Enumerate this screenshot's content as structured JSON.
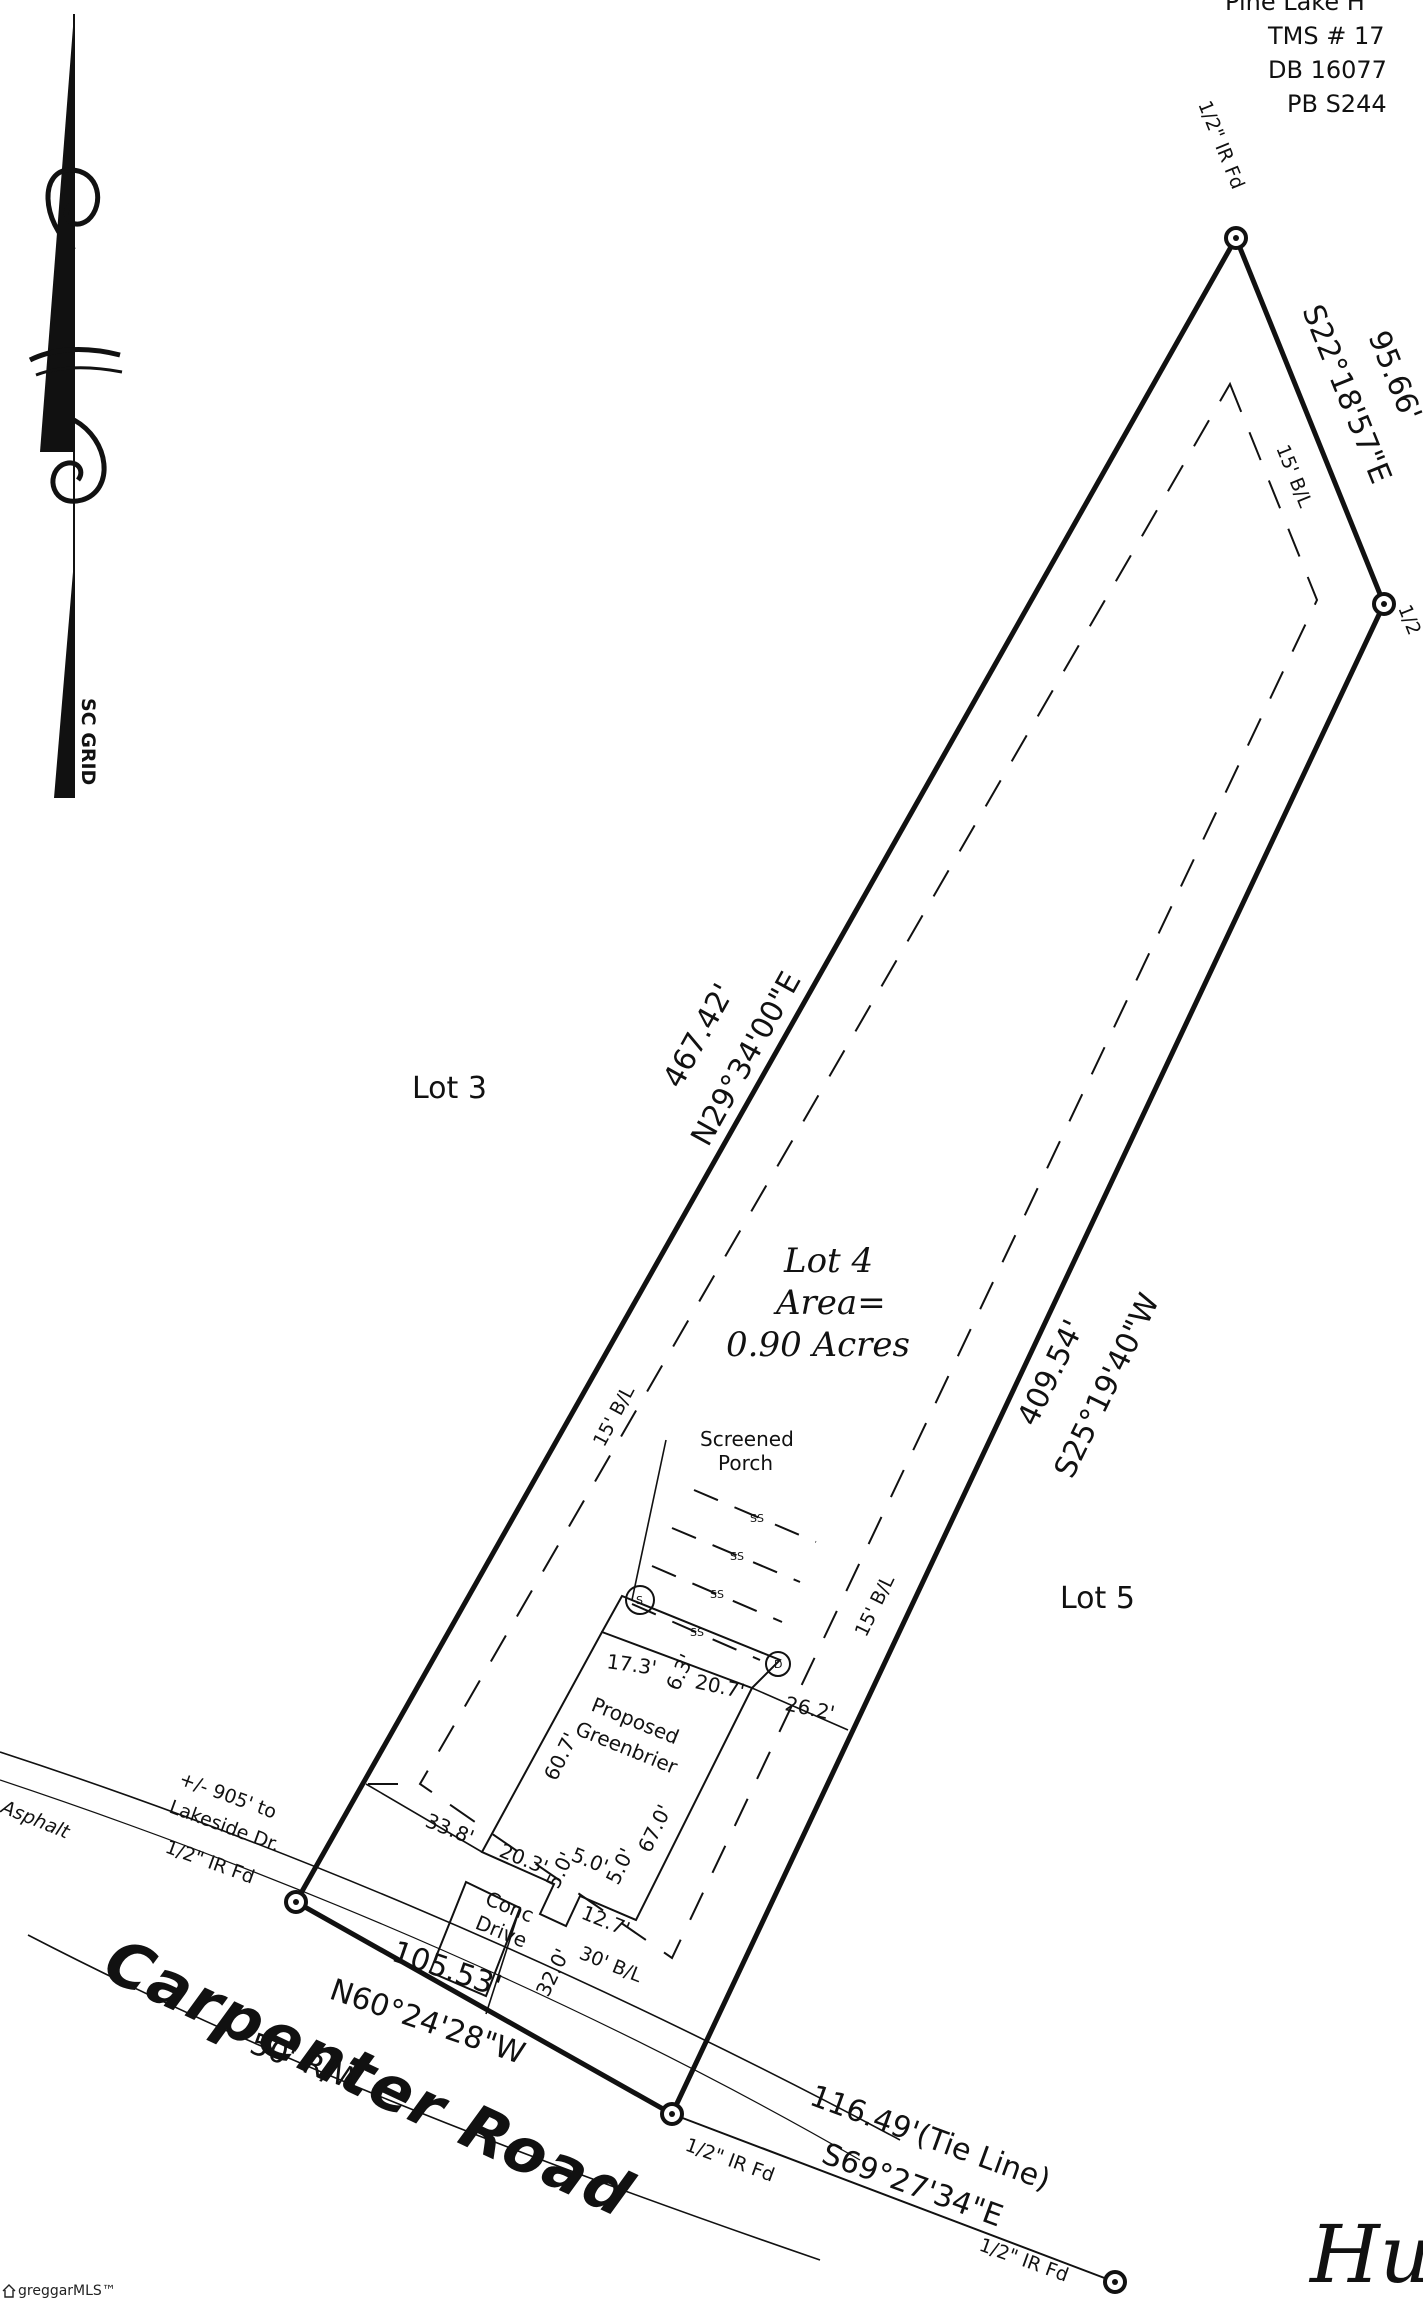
{
  "title_block": {
    "line1": "Pine Lake H",
    "line2": "TMS # 17",
    "line3": "DB 16077",
    "line4": "PB S244"
  },
  "north_arrow": {
    "label": "SC GRID"
  },
  "lots": {
    "lot3": "Lot 3",
    "lot5": "Lot 5",
    "lot4_name": "Lot 4",
    "lot4_area_label": "Area=",
    "lot4_area_value": "0.90 Acres"
  },
  "boundary": {
    "west_distance": "467.42'",
    "west_bearing": "N29°34'00\"E",
    "east_distance": "409.54'",
    "east_bearing": "S25°19'40\"W",
    "north_distance": "95.66'",
    "north_bearing": "S22°18'57\"E",
    "south_distance": "105.53'",
    "south_bearing": "N60°24'28\"W",
    "tie_distance": "116.49'(Tie Line)",
    "tie_bearing": "S69°27'34\"E"
  },
  "monuments": {
    "iron_top": "1/2\" IR Fd",
    "iron_right": "1/2",
    "iron_left": "1/2\" IR Fd",
    "iron_bottom": "1/2\" IR Fd",
    "iron_tie": "1/2\" IR Fd"
  },
  "setbacks": {
    "north": "15' B/L",
    "west": "15' B/L",
    "east": "15' B/L",
    "front": "30' B/L"
  },
  "building": {
    "porch_label_1": "Screened",
    "porch_label_2": "Porch",
    "house_label_1": "Proposed",
    "house_label_2": "Greenbrier",
    "dim_17_3": "17.3'",
    "dim_6_3": "6.3'",
    "dim_20_7": "20.7'",
    "dim_26_2": "26.2'",
    "dim_60_7": "60.7'",
    "dim_67_0": "67.0'",
    "dim_33_8": "33.8'",
    "dim_20_3": "20.3'",
    "dim_5_0a": "5.0'",
    "dim_5_0b": "5.0'",
    "dim_5_0c": "5.0'",
    "dim_12_7": "12.7'",
    "dim_32_0": "32.0'",
    "drive_1": "Conc",
    "drive_2": "Drive",
    "marker_s": "S",
    "marker_d": "D",
    "stair_mark": "SS"
  },
  "road": {
    "name": "Carpenter Road",
    "row": "50' R/W",
    "asphalt": "Asphalt",
    "lakeside_1": "+/- 905' to",
    "lakeside_2": "Lakeside Dr.",
    "partial_name": "Hu"
  },
  "branding": {
    "mls": "greggarMLS™"
  }
}
